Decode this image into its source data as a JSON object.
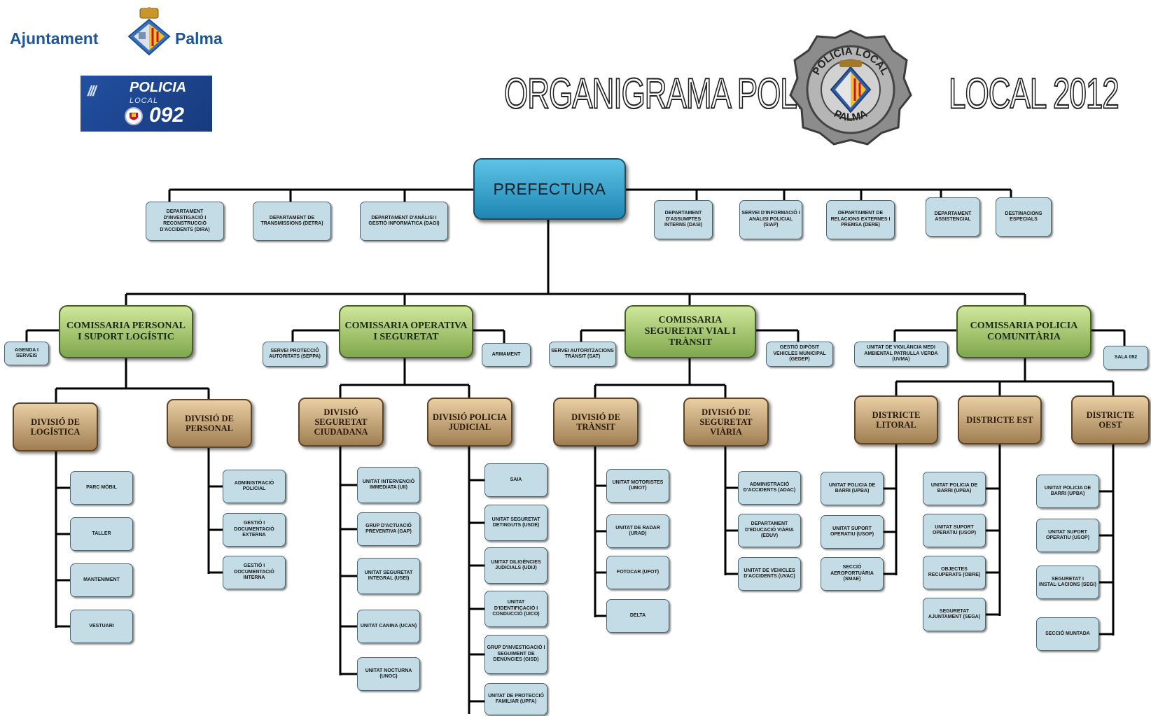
{
  "header": {
    "logo_ajuntament": "Ajuntament Palma",
    "logo_ajuntament_left": "Ajuntament",
    "logo_ajuntament_right": "Palma",
    "logo_policia": "POLICIA LOCAL 092",
    "logo_policia_word": "POLICIA",
    "logo_policia_sub": "LOCAL",
    "logo_policia_num": "092",
    "badge_text": "POLICIA LOCAL PALMA",
    "title_left": "ORGANIGRAMA POLICIA",
    "title_right": "LOCAL 2012"
  },
  "org": {
    "root": "PREFECTURA",
    "staff_left": [
      "DEPARTAMENT D'INVESTIGACIÓ I RECONSTRUCCIÓ D'ACCIDENTS (DIRA)",
      "DEPARTAMENT DE TRANSMISSIONS (DETRA)",
      "DEPARTAMENT D'ANÀLISI I GESTIÓ INFORMÀTICA (DAGI)"
    ],
    "staff_right": [
      "DEPARTAMENT D'ASSUMPTES INTERNS (DASI)",
      "SERVEI D'INFORMACIÓ I ANÀLISI POLICIAL (SIAP)",
      "DEPARTAMENT DE RELACIONS EXTERNES I PREMSA (DERE)",
      "DEPARTAMENT ASSISTENCIAL",
      "DESTINACIONS ESPECIALS"
    ],
    "comissaries": [
      {
        "name": "COMISSARIA PERSONAL I SUPORT LOGÍSTIC",
        "side_left": "AGENDA I SERVEIS",
        "side_right": "",
        "divisions": [
          {
            "name": "DIVISIÓ DE LOGÍSTICA",
            "units": [
              "PARC MÒBIL",
              "TALLER",
              "MANTENIMENT",
              "VESTUARI"
            ]
          },
          {
            "name": "DIVISIÓ DE PERSONAL",
            "units": [
              "ADMINISTRACIÓ POLICIAL",
              "GESTIÓ I DOCUMENTACIÓ EXTERNA",
              "GESTIÓ I DOCUMENTACIÓ INTERNA"
            ]
          }
        ]
      },
      {
        "name": "COMISSARIA OPERATIVA I SEGURETAT",
        "side_left": "SERVEI PROTECCIÓ AUTORITATS (SEPPA)",
        "side_right": "ARMAMENT",
        "divisions": [
          {
            "name": "DIVISIÓ SEGURETAT CIUDADANA",
            "units": [
              "UNITAT INTERVENCIÓ IMMEDIATA (UII)",
              "GRUP D'ACTUACIÓ PREVENTIVA (GAP)",
              "UNITAT SEGURETAT INTEGRAL (USEI)",
              "UNITAT CANINA (UCAN)",
              "UNITAT NOCTURNA (UNOC)"
            ]
          },
          {
            "name": "DIVISIÓ POLICIA JUDICIAL",
            "units": [
              "SAIA",
              "UNITAT SEGURETAT DETINGUTS (USDE)",
              "UNITAT DILIGÈNCIES JUDICIALS (UDIJ)",
              "UNITAT D'IDENTIFICACIÓ I CONDUCCIÓ (UICO)",
              "GRUP D'INVESTIGACIÓ I SEGUIMENT DE DENÚNCIES (GISD)",
              "UNITAT DE PROTECCIÓ FAMILIAR (UPFA)"
            ]
          }
        ]
      },
      {
        "name": "COMISSARIA SEGURETAT VIAL I TRÀNSIT",
        "side_left": "SERVEI AUTORITZACIONS TRÀNSIT (SAT)",
        "side_right": "GESTIÓ DIPÒSIT VEHICLES MUNICIPAL (GEDEP)",
        "divisions": [
          {
            "name": "DIVISIÓ DE TRÀNSIT",
            "units": [
              "UNITAT MOTORISTES (UMOT)",
              "UNITAT DE RADAR (URAD)",
              "FOTOCAR (UFOT)",
              "DELTA"
            ]
          },
          {
            "name": "DIVISIÓ DE SEGURETAT VIÀRIA",
            "units": [
              "ADMINISTRACIÓ D'ACCIDENTS (ADAC)",
              "DEPARTAMENT D'EDUCACIÓ VIÀRIA (EDUV)",
              "UNITAT DE VEHICLES D'ACCIDENTS (UVAC)"
            ]
          }
        ]
      },
      {
        "name": "COMISSARIA POLICIA COMUNITÀRIA",
        "side_left": "UNITAT DE VIGILÀNCIA MEDI AMBIENTAL PATRULLA VERDA (UVMA)",
        "side_right": "SALA 092",
        "divisions": [
          {
            "name": "DISTRICTE LITORAL",
            "units": [
              "UNITAT POLICIA DE BARRI (UPBA)",
              "UNITAT SUPORT OPERATIU (USOP)",
              "SECCIÓ AEROPORTUÀRIA (SMAE)"
            ]
          },
          {
            "name": "DISTRICTE EST",
            "units": [
              "UNITAT POLICIA DE BARRI (UPBA)",
              "UNITAT SUPORT OPERATIU (USOP)",
              "OBJECTES RECUPERATS (OBRE)",
              "SEGURETAT AJUNTAMENT (SEGA)"
            ]
          },
          {
            "name": "DISTRICTE OEST",
            "units": [
              "UNITAT POLICIA DE BARRI (UPBA)",
              "UNITAT SUPORT OPERATIU (USOP)",
              "SEGURETAT I INSTAL·LACIONS (SEGI)",
              "SECCIÓ MUNTADA"
            ]
          }
        ]
      }
    ]
  }
}
